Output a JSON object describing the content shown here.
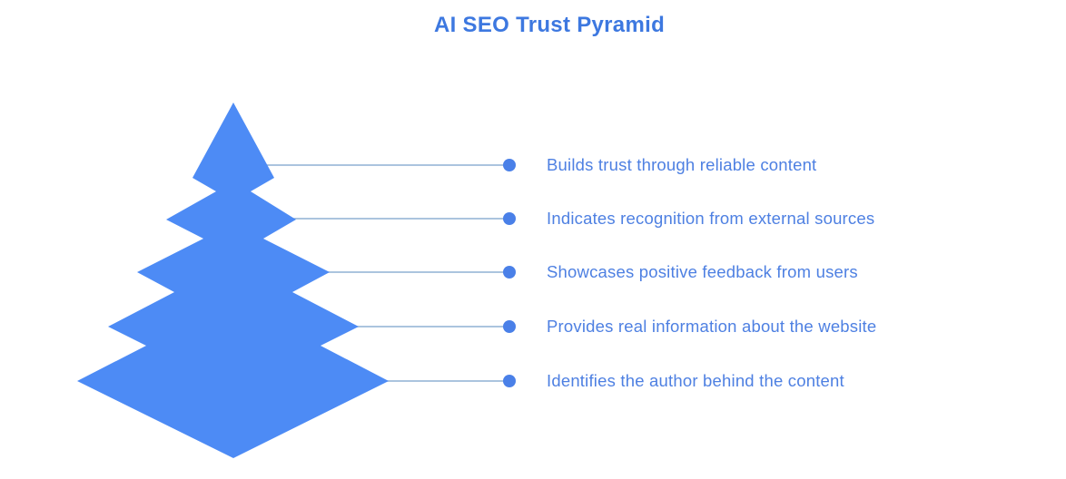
{
  "title": "AI SEO Trust Pyramid",
  "pyramid": {
    "levels": [
      {
        "label": "Builds trust through reliable content"
      },
      {
        "label": "Indicates recognition from external sources"
      },
      {
        "label": "Showcases positive feedback from users"
      },
      {
        "label": "Provides real information about the website"
      },
      {
        "label": "Identifies the author behind the content"
      }
    ]
  },
  "icons": {
    "connector_dot": "filled-circle"
  },
  "colors": {
    "background": "#ffffff",
    "title_text": "#3d78e0",
    "label_text": "#4e80e2",
    "pyramid_fill": "#4d8bf5",
    "dot_fill": "#4a80e8",
    "connector_line": "#8fb0d4"
  }
}
